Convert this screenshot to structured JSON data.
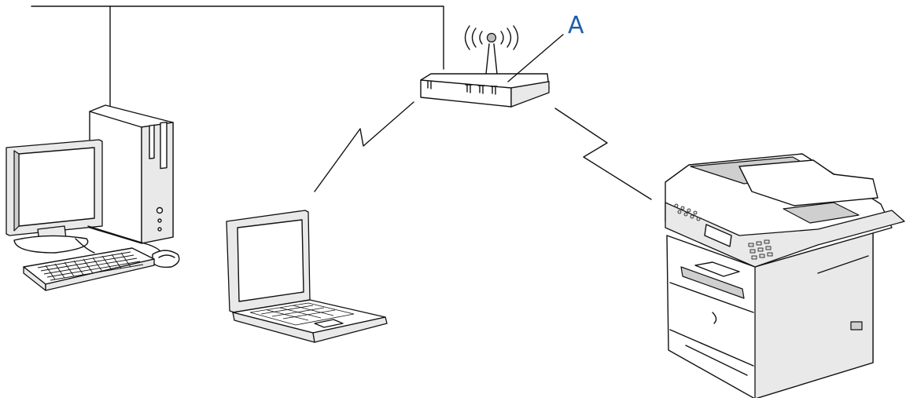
{
  "callout": {
    "label": "A",
    "color": "#1f5fa8"
  },
  "colors": {
    "line": "#111111",
    "panel_fill": "#e9e9e9",
    "screen_fill": "#ffffff"
  },
  "devices": [
    {
      "id": "desktop-computer",
      "icon": "desktop-computer-icon",
      "connection": "wired"
    },
    {
      "id": "wireless-access-point",
      "icon": "wireless-router-icon",
      "connection": "wired"
    },
    {
      "id": "laptop-computer",
      "icon": "laptop-icon",
      "connection": "wireless"
    },
    {
      "id": "multifunction-printer",
      "icon": "printer-icon",
      "connection": "wireless"
    }
  ]
}
